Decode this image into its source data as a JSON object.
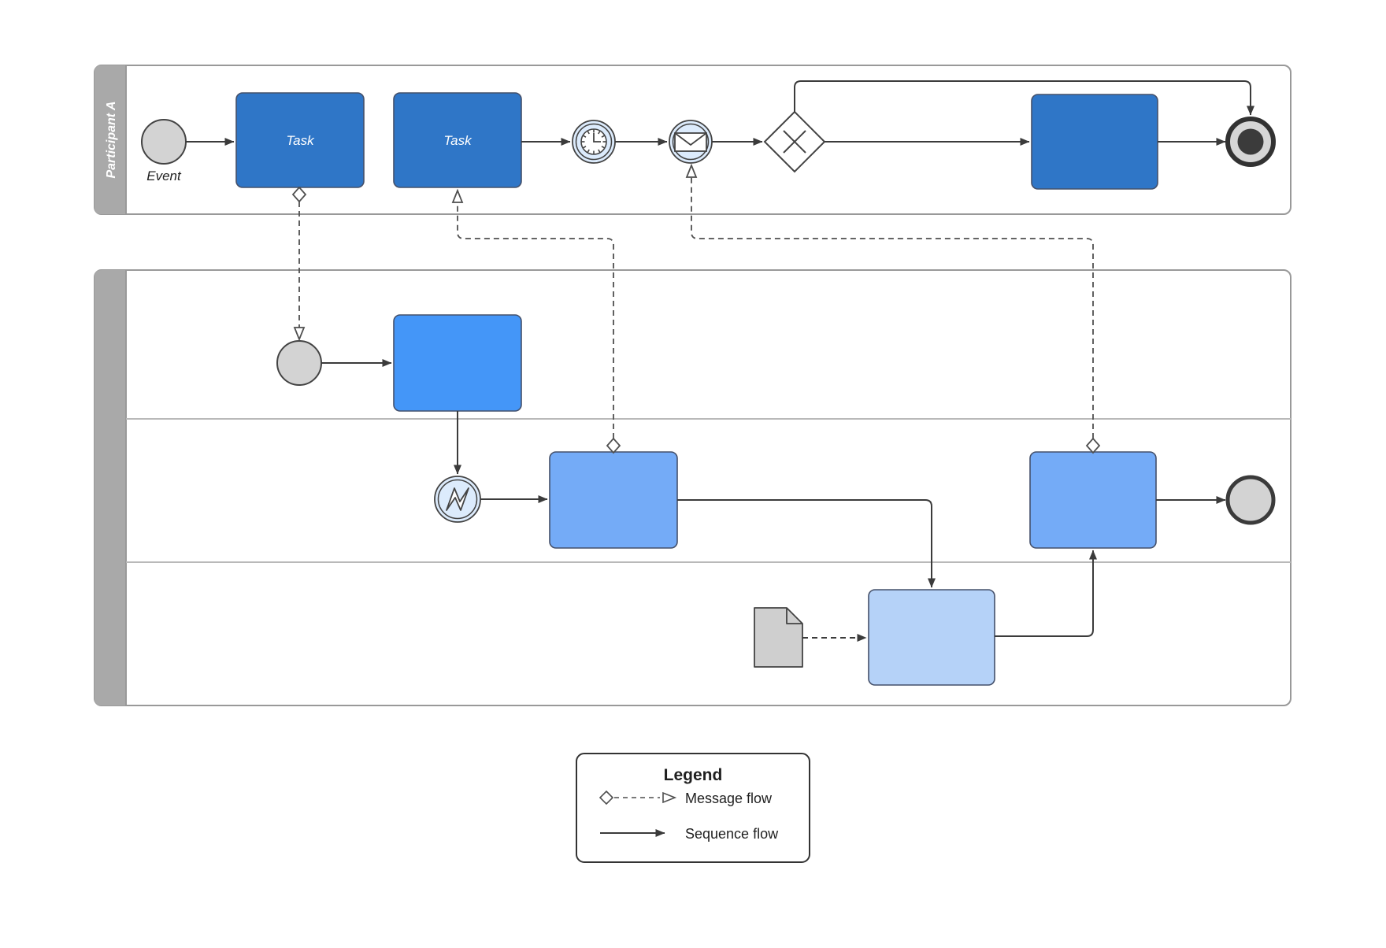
{
  "diagram": {
    "pool_a": {
      "label": "Participant A"
    },
    "top": {
      "start_label": "Event",
      "task1_label": "Task",
      "task2_label": "Task"
    },
    "legend": {
      "title": "Legend",
      "message_flow_label": "Message flow",
      "sequence_flow_label": "Sequence flow"
    }
  },
  "colors": {
    "pool_border": "#999999",
    "lane_divider": "#b9b9b9",
    "band_fill": "#a9a9a9",
    "band_text": "#ffffff",
    "task_dark": "#2F76C7",
    "task_bright": "#4496F8",
    "task_medium": "#74ABF7",
    "task_light": "#B5D2F8",
    "event_fill": "#DCEBFC",
    "gray_fill": "#D3D3D3",
    "doc_fill": "#CFCFCF",
    "node_stroke": "#434343",
    "flow_stroke": "#3B3B3B",
    "end_center": "#3B3B3B",
    "text_dark": "#1F1F1F"
  }
}
